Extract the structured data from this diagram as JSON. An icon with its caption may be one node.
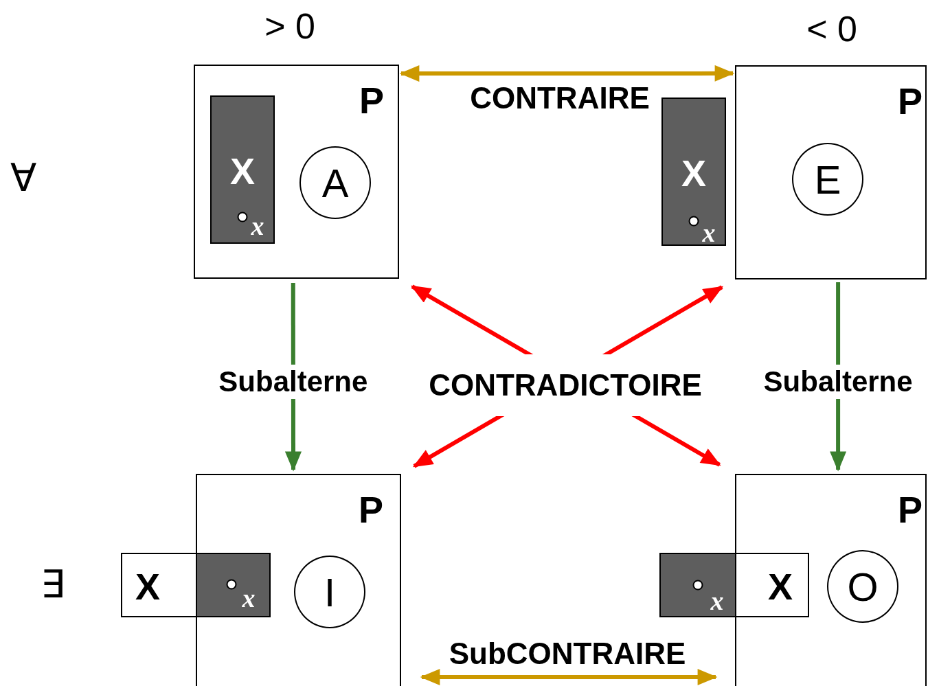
{
  "diagram": {
    "nodes": [
      {
        "text": [
          "P"
        ]
      },
      {
        "text": [
          "X",
          "x"
        ],
        "in": 0
      },
      {
        "text": [
          "A"
        ],
        "in": 0
      },
      {
        "text": [
          "P"
        ]
      },
      {
        "text": [
          "X",
          "x"
        ]
      },
      {
        "text": [
          "E"
        ],
        "in": 3
      },
      {
        "text": [
          "P"
        ]
      },
      {
        "text": [
          "X"
        ]
      },
      {
        "text": [
          "x"
        ],
        "in": 6
      },
      {
        "text": [
          "I"
        ],
        "in": 6
      },
      {
        "text": [
          "P"
        ]
      },
      {
        "text": [
          "x"
        ]
      },
      {
        "text": [
          "X"
        ],
        "in": 10
      },
      {
        "text": [
          "O"
        ],
        "in": 10
      }
    ],
    "edges": [
      {
        "from": 0,
        "to": 3,
        "arrow": "both",
        "color": "#cc9900"
      },
      {
        "from": 0,
        "to": 6,
        "arrow": "to",
        "label": "Subalterne",
        "color": "#3a7f2e"
      },
      {
        "from": 3,
        "to": 10,
        "arrow": "to",
        "label": "Subalterne",
        "color": "#3a7f2e"
      },
      {
        "from": 0,
        "to": 10,
        "arrow": "both",
        "color": "#ff0000"
      },
      {
        "from": 3,
        "to": 6,
        "arrow": "both",
        "color": "#ff0000"
      },
      {
        "from": 6,
        "to": 10,
        "arrow": "both",
        "color": "#cc9900"
      }
    ],
    "labels": [
      "> 0",
      "< 0",
      "∀",
      "∃",
      "CONTRAIRE",
      "CONTRADICTOIRE",
      "SubCONTRAIRE"
    ]
  }
}
